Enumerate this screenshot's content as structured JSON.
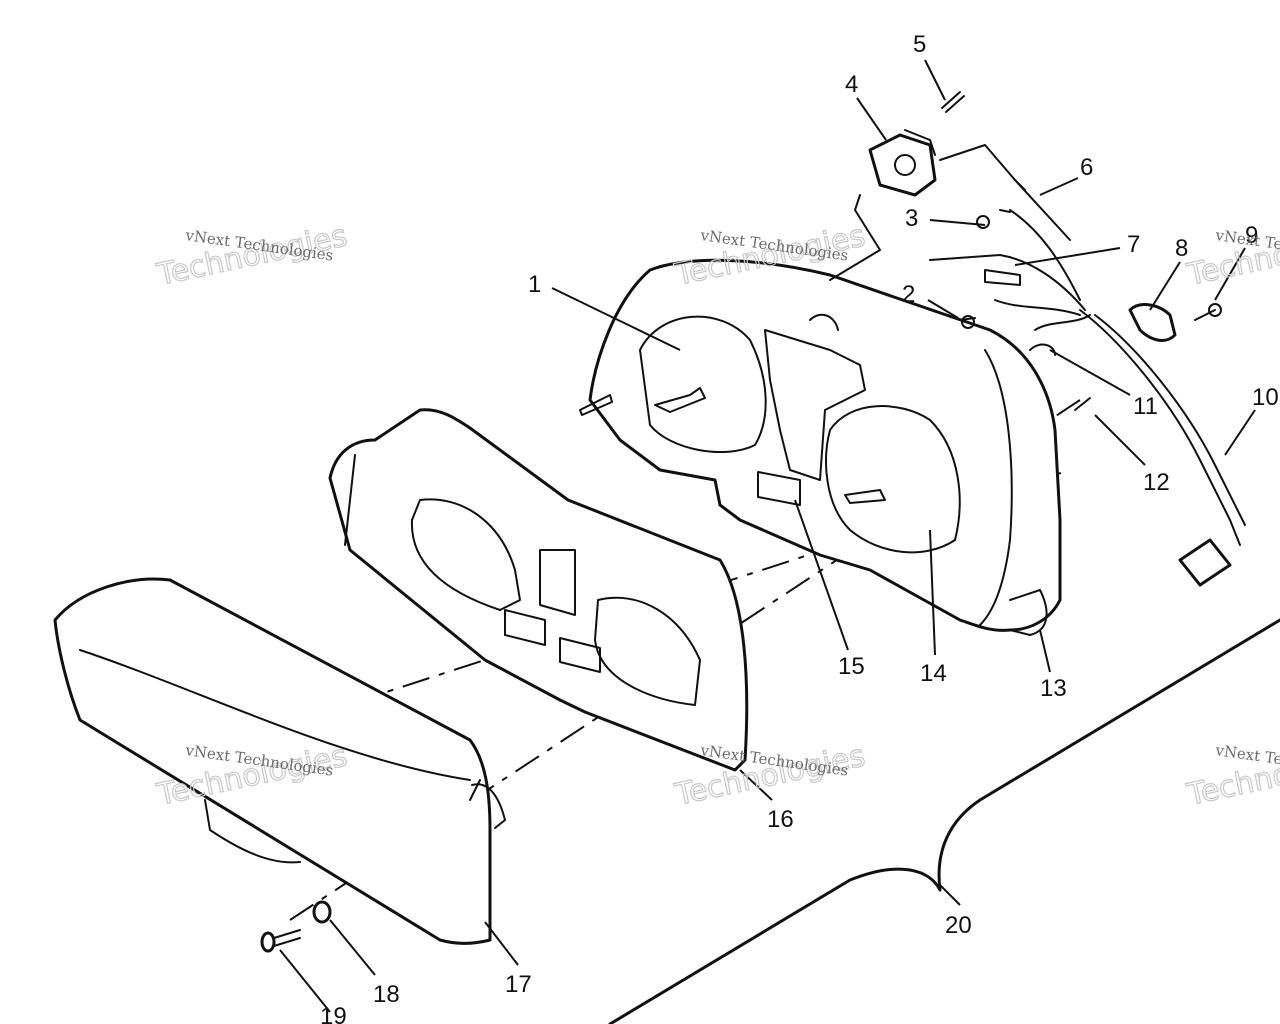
{
  "callouts": {
    "c1": "1",
    "c2": "2",
    "c3": "3",
    "c4": "4",
    "c5": "5",
    "c6": "6",
    "c7": "7",
    "c8": "8",
    "c9": "9",
    "c10": "10",
    "c11": "11",
    "c12": "12",
    "c13": "13",
    "c14": "14",
    "c15": "15",
    "c16": "16",
    "c17": "17",
    "c18": "18",
    "c19": "19",
    "c20": "20"
  },
  "watermark": {
    "brand_line": "vNext Technologies",
    "brand_word": "Technologies",
    "brand_short": "vNext"
  }
}
